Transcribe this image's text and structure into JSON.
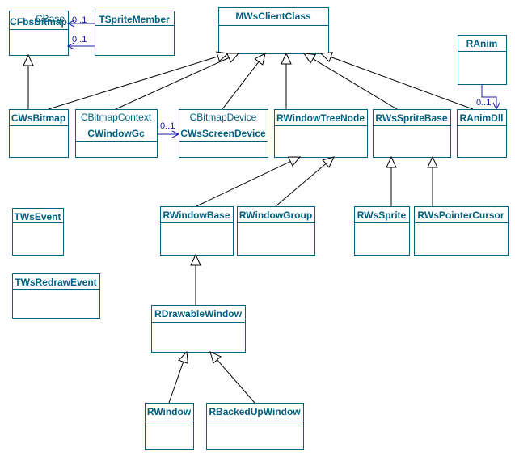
{
  "colors": {
    "box_fill": "#ffffff",
    "box_stroke": "#006080",
    "class_text": "#006080",
    "line": "#000000",
    "association": "#1a1aa6"
  },
  "classes": [
    {
      "id": "CFbsBitmap",
      "name": "CFbsBitmap",
      "superclass": "CBase"
    },
    {
      "id": "TSpriteMember",
      "name": "TSpriteMember"
    },
    {
      "id": "MWsClientClass",
      "name": "MWsClientClass"
    },
    {
      "id": "RAnim",
      "name": "RAnim"
    },
    {
      "id": "CWsBitmap",
      "name": "CWsBitmap"
    },
    {
      "id": "CWindowGc",
      "name": "CWindowGc",
      "superclass": "CBitmapContext"
    },
    {
      "id": "CWsScreenDevice",
      "name": "CWsScreenDevice",
      "superclass": "CBitmapDevice"
    },
    {
      "id": "RWindowTreeNode",
      "name": "RWindowTreeNode"
    },
    {
      "id": "RWsSpriteBase",
      "name": "RWsSpriteBase"
    },
    {
      "id": "RAnimDll",
      "name": "RAnimDll"
    },
    {
      "id": "TWsEvent",
      "name": "TWsEvent"
    },
    {
      "id": "TWsRedrawEvent",
      "name": "TWsRedrawEvent"
    },
    {
      "id": "RWindowBase",
      "name": "RWindowBase"
    },
    {
      "id": "RWindowGroup",
      "name": "RWindowGroup"
    },
    {
      "id": "RWsSprite",
      "name": "RWsSprite"
    },
    {
      "id": "RWsPointerCursor",
      "name": "RWsPointerCursor"
    },
    {
      "id": "RDrawableWindow",
      "name": "RDrawableWindow"
    },
    {
      "id": "RWindow",
      "name": "RWindow"
    },
    {
      "id": "RBackedUpWindow",
      "name": "RBackedUpWindow"
    }
  ],
  "generalizations": [
    {
      "child": "CWsBitmap",
      "parent": "CFbsBitmap"
    },
    {
      "child": "CWsBitmap",
      "parent": "MWsClientClass"
    },
    {
      "child": "CWindowGc",
      "parent": "MWsClientClass"
    },
    {
      "child": "CWsScreenDevice",
      "parent": "MWsClientClass"
    },
    {
      "child": "RWindowTreeNode",
      "parent": "MWsClientClass"
    },
    {
      "child": "RWsSpriteBase",
      "parent": "MWsClientClass"
    },
    {
      "child": "RAnimDll",
      "parent": "MWsClientClass"
    },
    {
      "child": "RWindowBase",
      "parent": "RWindowTreeNode"
    },
    {
      "child": "RWindowGroup",
      "parent": "RWindowTreeNode"
    },
    {
      "child": "RWsSprite",
      "parent": "RWsSpriteBase"
    },
    {
      "child": "RWsPointerCursor",
      "parent": "RWsSpriteBase"
    },
    {
      "child": "RDrawableWindow",
      "parent": "RWindowBase"
    },
    {
      "child": "RWindow",
      "parent": "RDrawableWindow"
    },
    {
      "child": "RBackedUpWindow",
      "parent": "RDrawableWindow"
    }
  ],
  "associations": [
    {
      "from": "TSpriteMember",
      "to": "CFbsBitmap",
      "multiplicity": "0..1"
    },
    {
      "from": "TSpriteMember",
      "to": "CFbsBitmap",
      "multiplicity": "0..1"
    },
    {
      "from": "CWindowGc",
      "to": "CWsScreenDevice",
      "multiplicity": "0..1"
    },
    {
      "from": "RAnim",
      "to": "RAnimDll",
      "multiplicity": "0..1"
    }
  ]
}
